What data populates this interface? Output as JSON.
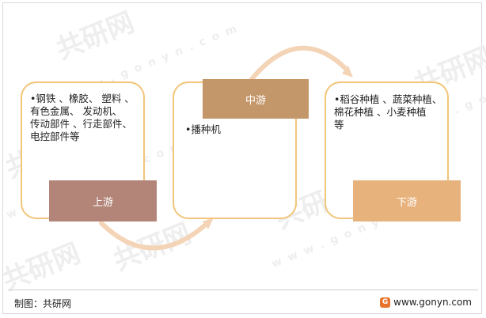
{
  "watermark": {
    "brand": "共研网",
    "domain": "w w w . g o n y n . c o m"
  },
  "upstream": {
    "label": "上游",
    "lines": [
      "•钢铁 、橡胶、 塑料 、",
      "有色金属、 发动机、",
      "传动部件 、行走部件、",
      "电控部件等"
    ]
  },
  "midstream": {
    "label": "中游",
    "lines": [
      "•播种机"
    ]
  },
  "downstream": {
    "label": "下游",
    "lines": [
      "•稻谷种植 、蔬菜种植、",
      "棉花种植 、小麦种植",
      "等"
    ]
  },
  "footer": {
    "source": "制图：共研网",
    "logo_text": "www.gonyn.com"
  },
  "colors": {
    "card_border": "#f2c57a",
    "arrow": "#f4d4b6",
    "upstream_tag": "#b38579",
    "midstream_tag": "#c4976a",
    "downstream_tag": "#e8b27d",
    "watermark": "#eeeeee"
  }
}
